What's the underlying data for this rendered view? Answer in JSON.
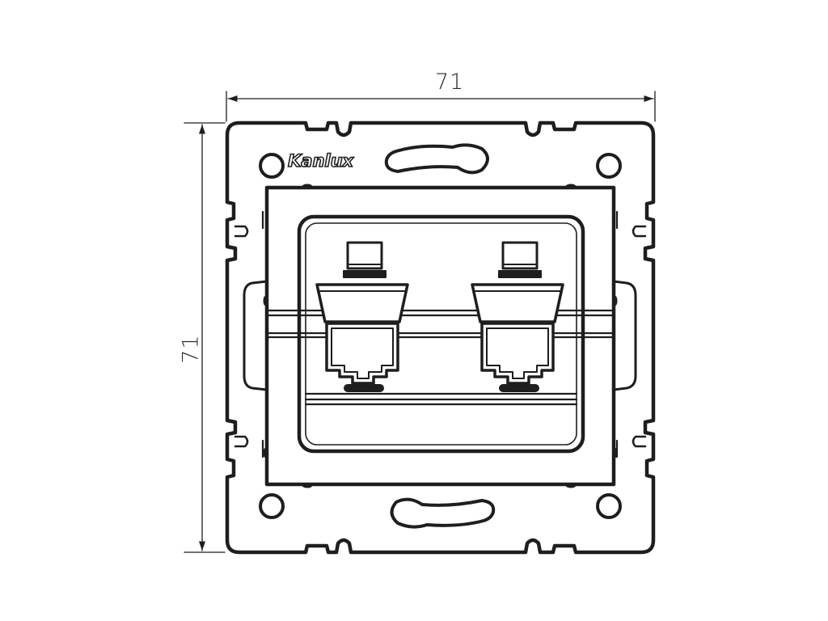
{
  "dimensions": {
    "width_label": "71",
    "height_label": "71"
  },
  "brand": {
    "logo_text": "Kanlux"
  },
  "colors": {
    "stroke": "#1e1e1e",
    "fill": "#ffffff"
  }
}
